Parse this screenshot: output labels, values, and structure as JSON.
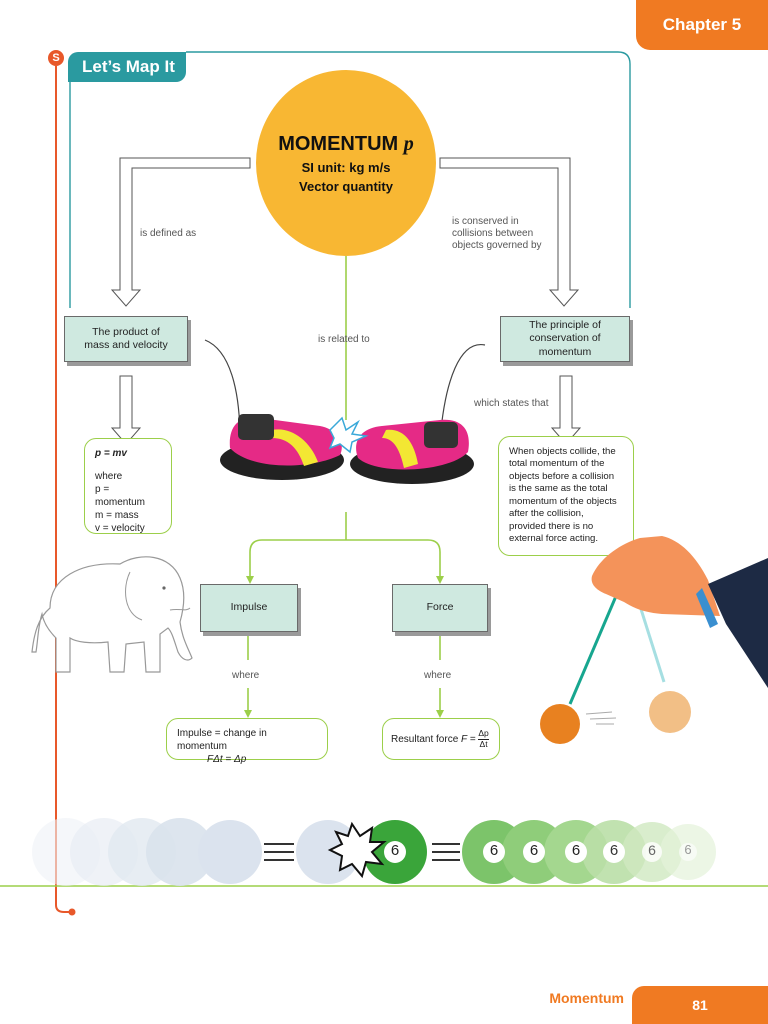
{
  "header": {
    "chapter_label": "Chapter 5"
  },
  "section": {
    "badge": "S",
    "title": "Let’s Map It"
  },
  "central": {
    "title": "MOMENTUM",
    "symbol": "p",
    "si_unit": "SI unit: kg m/s",
    "quantity_type": "Vector quantity"
  },
  "links": {
    "defined_as": "is defined as",
    "conserved_in": "is conserved in collisions between objects governed by",
    "related_to": "is related to",
    "which_states": "which states that",
    "impulse_where": "where",
    "force_where": "where"
  },
  "nodes": {
    "product": "The product of mass and velocity",
    "principle": "The principle of conservation of momentum",
    "formula_main": "p = mv",
    "formula_where": "where",
    "formula_p": "p = momentum",
    "formula_m": "m = mass",
    "formula_v": "v = velocity",
    "conservation_statement": "When objects collide, the total momentum of the objects before a collision is the same as the total momentum of the objects after the collision, provided there is no external force acting.",
    "impulse": "Impulse",
    "force": "Force",
    "impulse_formula_1": "Impulse  = change in momentum",
    "impulse_formula_2": "FΔt = Δp",
    "force_formula_prefix": "Resultant force",
    "force_formula_var": "F =",
    "force_formula_num": "Δp",
    "force_formula_den": "Δt"
  },
  "balls": {
    "number": "6"
  },
  "footer": {
    "topic": "Momentum",
    "page_number": "81"
  },
  "colors": {
    "orange": "#f07a22",
    "teal": "#2a9aa0",
    "yellow": "#f8b733",
    "green": "#9ccf4a",
    "box_fill": "#cfe9e0"
  }
}
